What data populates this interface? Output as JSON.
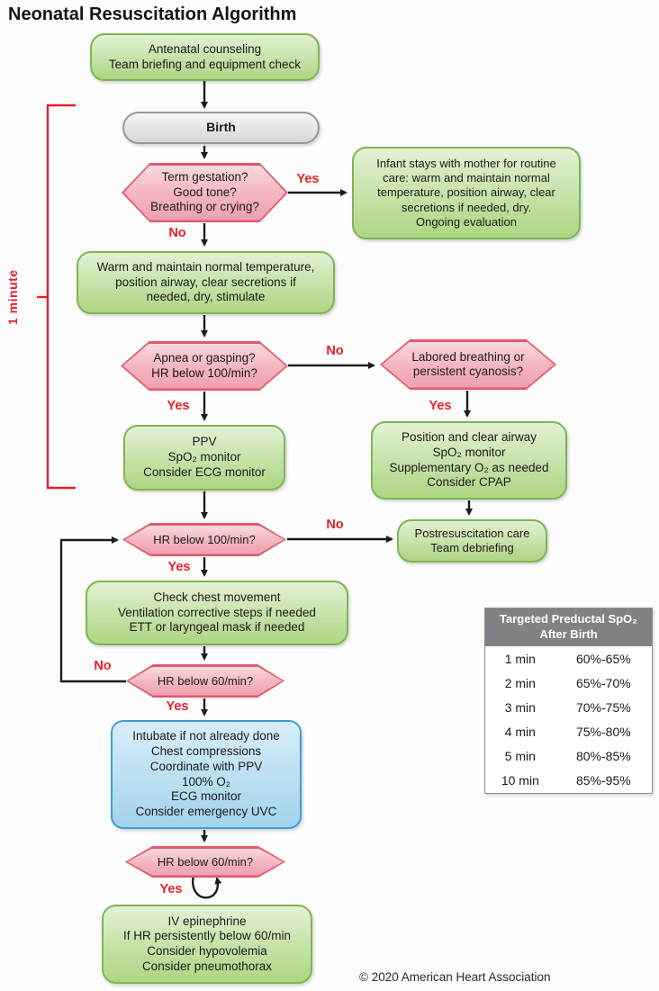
{
  "title": "Neonatal Resuscitation Algorithm",
  "timeline": {
    "label": "1 minute"
  },
  "edge_labels": {
    "yes": "Yes",
    "no": "No"
  },
  "nodes": {
    "antenatal": "Antenatal counseling\nTeam briefing and equipment check",
    "birth": "Birth",
    "term": "Term gestation?\nGood tone?\nBreathing or crying?",
    "infant_routine": "Infant stays with mother for routine\ncare: warm and maintain normal\ntemperature, position airway, clear\nsecretions if needed, dry.\nOngoing evaluation",
    "warm": "Warm and maintain normal temperature,\nposition airway, clear secretions if\nneeded, dry, stimulate",
    "apnea": "Apnea or gasping?\nHR below 100/min?",
    "labored": "Labored breathing or\npersistent cyanosis?",
    "ppv": "PPV\nSpO₂ monitor\nConsider ECG monitor",
    "position_airway": "Position and clear airway\nSpO₂ monitor\nSupplementary O₂ as needed\nConsider CPAP",
    "hr100": "HR below 100/min?",
    "postresus": "Postresuscitation care\nTeam debriefing",
    "check_chest": "Check chest movement\nVentilation corrective steps if needed\nETT or laryngeal mask if needed",
    "hr60a": "HR below 60/min?",
    "compressions": "Intubate if not already done\nChest compressions\nCoordinate with PPV\n100% O₂\nECG monitor\nConsider emergency UVC",
    "hr60b": "HR below 60/min?",
    "epinephrine": "IV epinephrine\nIf HR persistently below 60/min\nConsider hypovolemia\nConsider pneumothorax"
  },
  "table": {
    "title": "Targeted Preductal SpO₂\nAfter Birth",
    "rows": [
      {
        "time": "1 min",
        "range": "60%-65%"
      },
      {
        "time": "2 min",
        "range": "65%-70%"
      },
      {
        "time": "3 min",
        "range": "70%-75%"
      },
      {
        "time": "4 min",
        "range": "75%-80%"
      },
      {
        "time": "5 min",
        "range": "80%-85%"
      },
      {
        "time": "10 min",
        "range": "85%-95%"
      }
    ]
  },
  "footer": {
    "copyright": "© 2020 American Heart Association"
  },
  "colors": {
    "green_fill": "#c8e3ab",
    "green_border": "#7cb654",
    "pink_fill": "#f4b4bf",
    "pink_border": "#e0596c",
    "blue_fill": "#bfe2f3",
    "blue_border": "#3f9fd3",
    "gray_fill": "#e6e6e9",
    "gray_border": "#97979b",
    "accent_red": "#e4202c",
    "arrow_black": "#1c1c1c",
    "table_header_bg": "#808285"
  }
}
